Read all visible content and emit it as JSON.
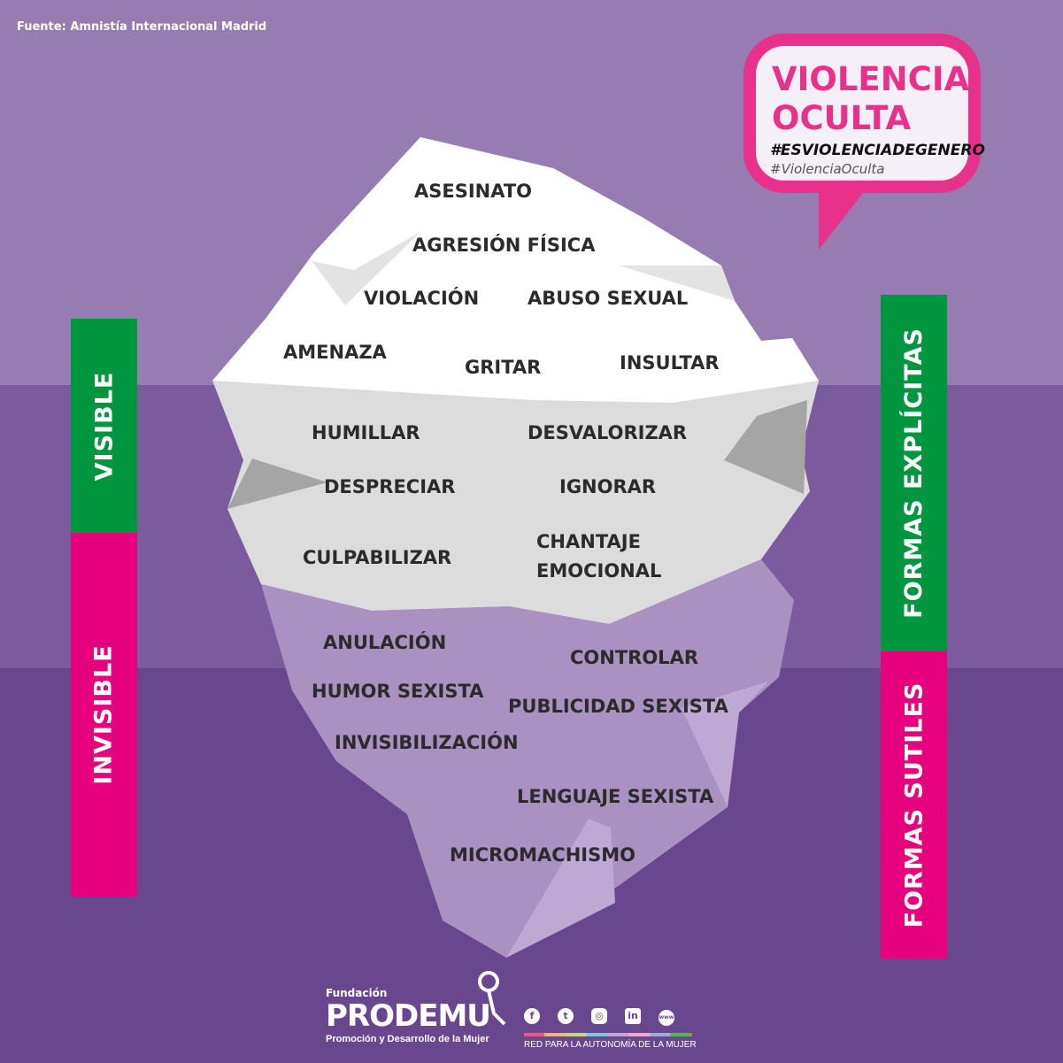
{
  "source": "Fuente:  Amnistía Internacional Madrid",
  "bubble": {
    "title_line1": "VIOLENCIA",
    "title_line2": "OCULTA",
    "hashtag1": "#ESVIOLENCIADEGENERO",
    "hashtag2": "#ViolenciaOculta"
  },
  "left_bars": {
    "visible": "VISIBLE",
    "invisible": "INVISIBLE"
  },
  "right_bars": {
    "explicit": "FORMAS EXPLÍCITAS",
    "subtle": "FORMAS SUTILES"
  },
  "iceberg": {
    "top": [
      "ASESINATO",
      "AGRESIÓN FÍSICA",
      "VIOLACIÓN",
      "ABUSO SEXUAL",
      "AMENAZA",
      "GRITAR",
      "INSULTAR"
    ],
    "middle": [
      "HUMILLAR",
      "DESVALORIZAR",
      "DESPRECIAR",
      "IGNORAR",
      "CULPABILIZAR",
      "CHANTAJE",
      "EMOCIONAL"
    ],
    "bottom": [
      "ANULACIÓN",
      "CONTROLAR",
      "HUMOR SEXISTA",
      "PUBLICIDAD SEXISTA",
      "INVISIBILIZACIÓN",
      "LENGUAJE SEXISTA",
      "MICROMACHISMO"
    ]
  },
  "footer": {
    "fundacion": "Fundación",
    "brand": "PRODEMU",
    "subtitle": "Promoción y Desarrollo de la Mujer",
    "network": "RED PARA LA AUTONOMÍA DE LA MUJER",
    "social": [
      "facebook-icon",
      "twitter-icon",
      "instagram-icon",
      "linkedin-icon",
      "web-icon"
    ]
  }
}
